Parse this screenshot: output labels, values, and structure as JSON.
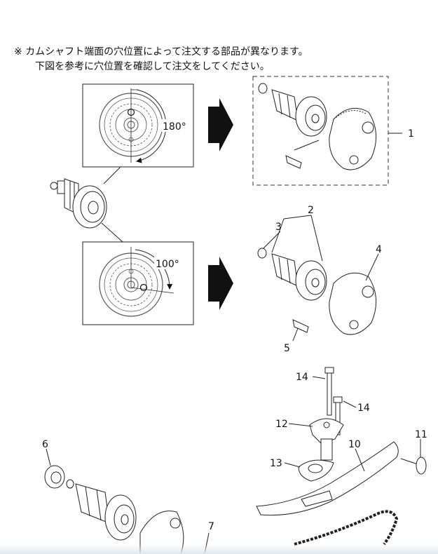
{
  "note": {
    "line1": "※ カムシャフト端面の穴位置によって注文する部品が異なります。",
    "line2": "下図を参考に穴位置を確認して注文をしてください。"
  },
  "angles": {
    "top": "180°",
    "bottom": "100°"
  },
  "callouts": {
    "c1": "1",
    "c2": "2",
    "c3": "3",
    "c4": "4",
    "c5": "5",
    "c6": "6",
    "c7": "7",
    "c10": "10",
    "c11": "11",
    "c12": "12",
    "c13": "13",
    "c14a": "14",
    "c14b": "14"
  },
  "icons": {
    "arrow_top": "arrow-right-icon",
    "arrow_bottom": "arrow-right-icon"
  }
}
